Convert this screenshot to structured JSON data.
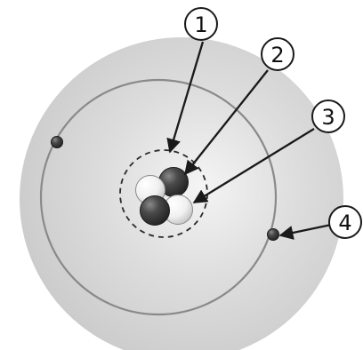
{
  "diagram": {
    "callouts": [
      {
        "label": "1"
      },
      {
        "label": "2"
      },
      {
        "label": "3"
      },
      {
        "label": "4"
      }
    ]
  },
  "colors": {
    "cloud_light": "#f4f4f4",
    "cloud_dark": "#c9c9c9",
    "orbit": "#8a8a8a",
    "dark_particle": "#2f2f2f",
    "light_particle": "#f2f2f2",
    "line": "#1a1a1a"
  }
}
